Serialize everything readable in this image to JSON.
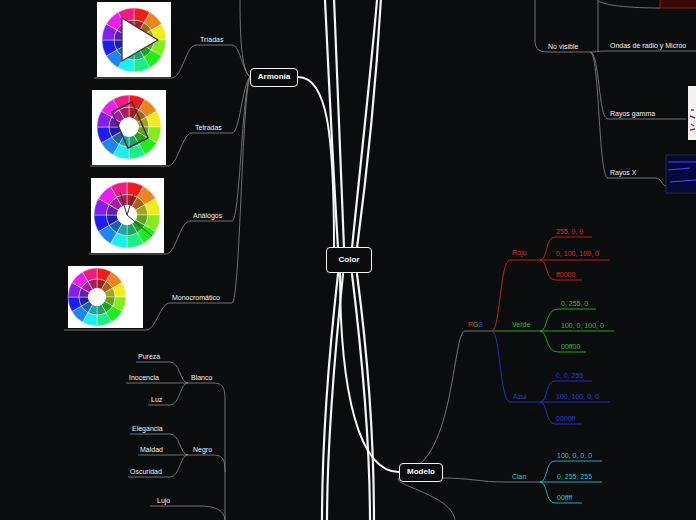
{
  "diagram": {
    "nodes": [
      {
        "text": [
          "Color"
        ]
      },
      {
        "text": [
          "Armonía"
        ]
      },
      {
        "text": [
          "Modelo"
        ]
      }
    ],
    "edges": [
      {
        "from": 0,
        "to": 1,
        "arrow": "none"
      },
      {
        "from": 0,
        "to": 2,
        "arrow": "none"
      }
    ],
    "labels": [
      "Tríadas",
      "Tetradas",
      "Análogos",
      "Monocromático",
      "Pureza",
      "Inocencia",
      "Luz",
      "Blanco",
      "Elegancia",
      "Maldad",
      "Oscuridad",
      "Negro",
      "Lujo",
      "No visible",
      "Ondas de radio y Microo",
      "Rayos gamma",
      "Rayos X",
      "R",
      "G",
      "B",
      "Rojo",
      "255, 0, 0",
      "0, 100, 100, 0",
      "ff0000",
      "Verde",
      "0, 255, 0",
      "100, 0, 100, 0",
      "00ff00",
      "Azul",
      "0, 0, 255",
      "100, 100, 0, 0",
      "0000ff",
      "Cian",
      "100, 0, 0, 0",
      "0, 255, 255",
      "00ffff"
    ]
  }
}
